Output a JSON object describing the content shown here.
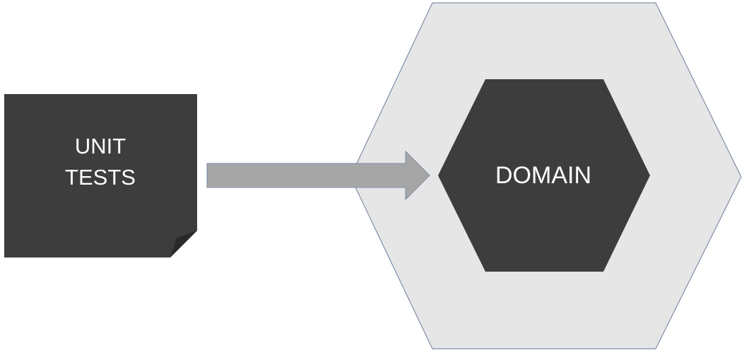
{
  "diagram": {
    "unit_tests": {
      "line1": "UNIT",
      "line2": "TESTS"
    },
    "domain": {
      "label": "DOMAIN"
    },
    "arrow": {
      "from": "unit-tests",
      "to": "domain"
    }
  },
  "colors": {
    "outer_hexagon_fill": "#e6e6e6",
    "outer_hexagon_stroke": "#7f8fa8",
    "dark_fill": "#3d3d3d",
    "arrow_fill": "#a6a6a6",
    "arrow_stroke": "#7f8fa8",
    "label_color": "#ffffff"
  }
}
